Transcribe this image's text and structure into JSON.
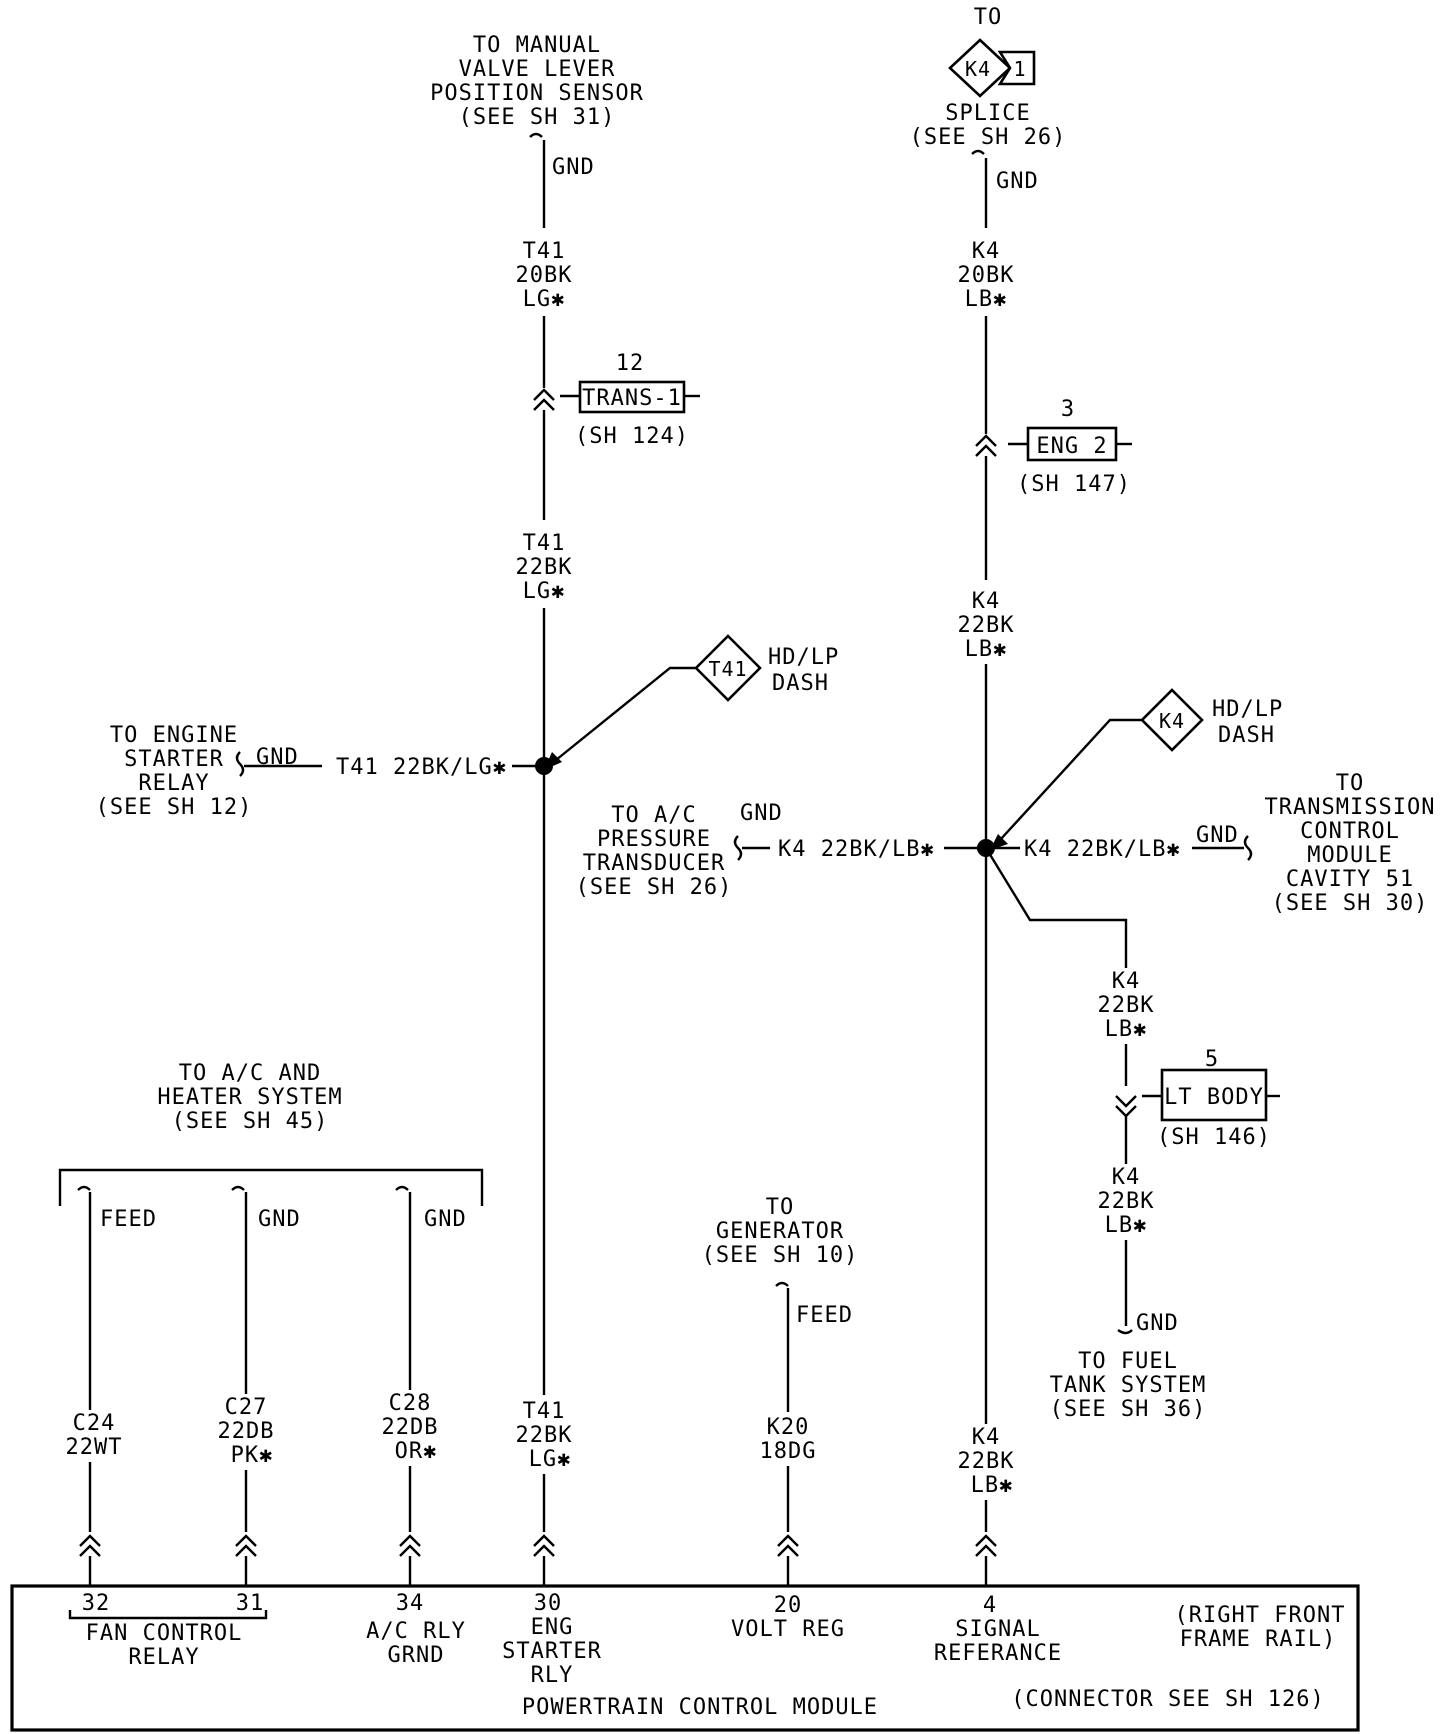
{
  "diagram": {
    "top_left_dest": [
      "TO MANUAL",
      "VALVE LEVER",
      "POSITION SENSOR",
      "(SEE SH 31)"
    ],
    "top_left_term": "GND",
    "t41_upper": [
      "T41",
      "20BK",
      "LG✱"
    ],
    "trans_num": "12",
    "trans_label": "TRANS-1",
    "trans_sheet": "(SH 124)",
    "t41_middle": [
      "T41",
      "22BK",
      "LG✱"
    ],
    "t41_splice_id": "T41",
    "t41_splice_label": [
      "HD/LP",
      "DASH"
    ],
    "engine_starter_dest": [
      "TO ENGINE",
      "STARTER",
      "RELAY",
      "(SEE SH 12)"
    ],
    "engine_starter_term": "GND",
    "t41_horizontal": "T41 22BK/LG✱",
    "top_right_to": "TO",
    "k4_splice_id": "K4",
    "k4_splice_pin": "1",
    "top_right_dest": [
      "SPLICE",
      "(SEE SH 26)"
    ],
    "top_right_term": "GND",
    "k4_upper": [
      "K4",
      "20BK",
      "LB✱"
    ],
    "eng_num": "3",
    "eng_label": "ENG 2",
    "eng_sheet": "(SH 147)",
    "k4_middle": [
      "K4",
      "22BK",
      "LB✱"
    ],
    "k4_splice2_id": "K4",
    "k4_splice2_label": [
      "HD/LP",
      "DASH"
    ],
    "ac_pressure_dest": [
      "TO A/C",
      "PRESSURE",
      "TRANSDUCER",
      "(SEE SH 26)"
    ],
    "ac_pressure_term": "GND",
    "k4_left_wire": "K4 22BK/LB✱",
    "k4_right_wire": "K4 22BK/LB✱",
    "tcm_term": "GND",
    "tcm_dest": [
      "TO",
      "TRANSMISSION",
      "CONTROL",
      "MODULE",
      "CAVITY 51",
      "(SEE SH 30)"
    ],
    "k4_branch_upper": [
      "K4",
      "22BK",
      "LB✱"
    ],
    "lt_body_num": "5",
    "lt_body_label": "LT BODY",
    "lt_body_sheet": "(SH 146)",
    "k4_branch_lower": [
      "K4",
      "22BK",
      "LB✱"
    ],
    "fuel_term": "GND",
    "fuel_dest": [
      "TO FUEL",
      "TANK SYSTEM",
      "(SEE SH 36)"
    ],
    "ac_heater_dest": [
      "TO A/C AND",
      "HEATER SYSTEM",
      "(SEE SH 45)"
    ],
    "ac_terms": [
      "FEED",
      "GND",
      "GND"
    ],
    "c24": [
      "C24",
      "22WT"
    ],
    "c27": [
      "C27",
      "22DB",
      "PK✱"
    ],
    "c28": [
      "C28",
      "22DB",
      "OR✱"
    ],
    "t41_lower": [
      "T41",
      "22BK",
      "LG✱"
    ],
    "generator_dest": [
      "TO",
      "GENERATOR",
      "(SEE SH 10)"
    ],
    "generator_term": "FEED",
    "k20": [
      "K20",
      "18DG"
    ],
    "k4_lower": [
      "K4",
      "22BK",
      "LB✱"
    ],
    "pcm": {
      "pin32": "32",
      "pin31": "31",
      "fan_relay": [
        "FAN CONTROL",
        "RELAY"
      ],
      "pin34": "34",
      "ac_rly": [
        "A/C RLY",
        "GRND"
      ],
      "pin30": "30",
      "eng_starter": [
        "ENG",
        "STARTER",
        "RLY"
      ],
      "pin20": "20",
      "volt_reg": "VOLT REG",
      "pin4": "4",
      "signal_ref": [
        "SIGNAL",
        "REFERANCE"
      ],
      "location": [
        "(RIGHT FRONT",
        "FRAME RAIL)"
      ],
      "module_name": "POWERTRAIN CONTROL MODULE",
      "connector_ref": "(CONNECTOR SEE SH 126)"
    }
  }
}
